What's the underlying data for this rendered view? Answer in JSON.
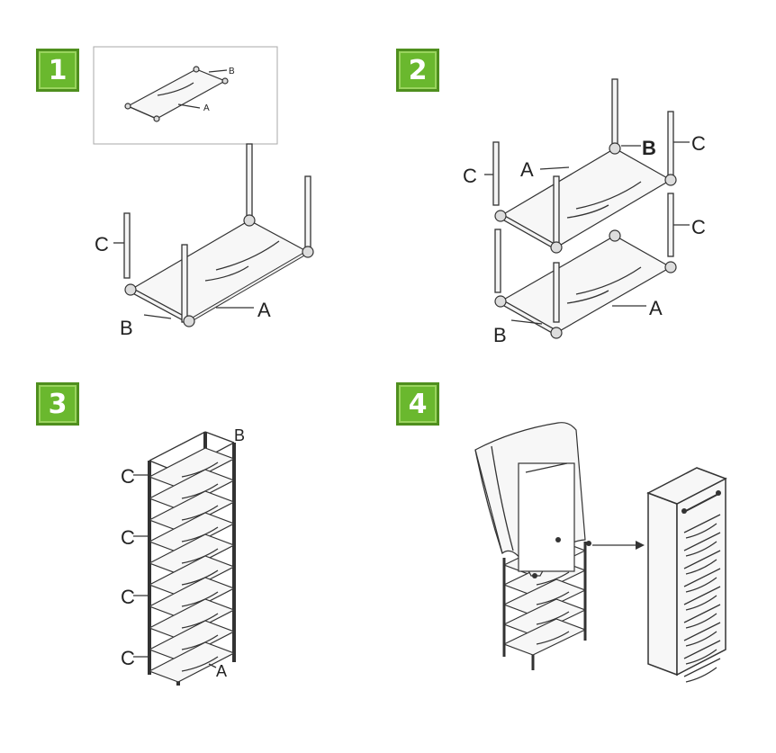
{
  "steps": [
    {
      "number": "1",
      "labels": {
        "c": "C",
        "b": "B",
        "a": "A",
        "inset_b": "B",
        "inset_a": "A"
      }
    },
    {
      "number": "2",
      "labels": {
        "c_left": "C",
        "a": "A",
        "b_top": "B",
        "c_right_top": "C",
        "c_right_mid": "C",
        "a_bottom": "A",
        "b_bottom": "B"
      }
    },
    {
      "number": "3",
      "labels": {
        "b": "B",
        "c1": "C",
        "c2": "C",
        "c3": "C",
        "c4": "C",
        "a": "A"
      }
    },
    {
      "number": "4"
    }
  ],
  "colors": {
    "badge_green": "#6ab82e",
    "line": "#333333"
  }
}
